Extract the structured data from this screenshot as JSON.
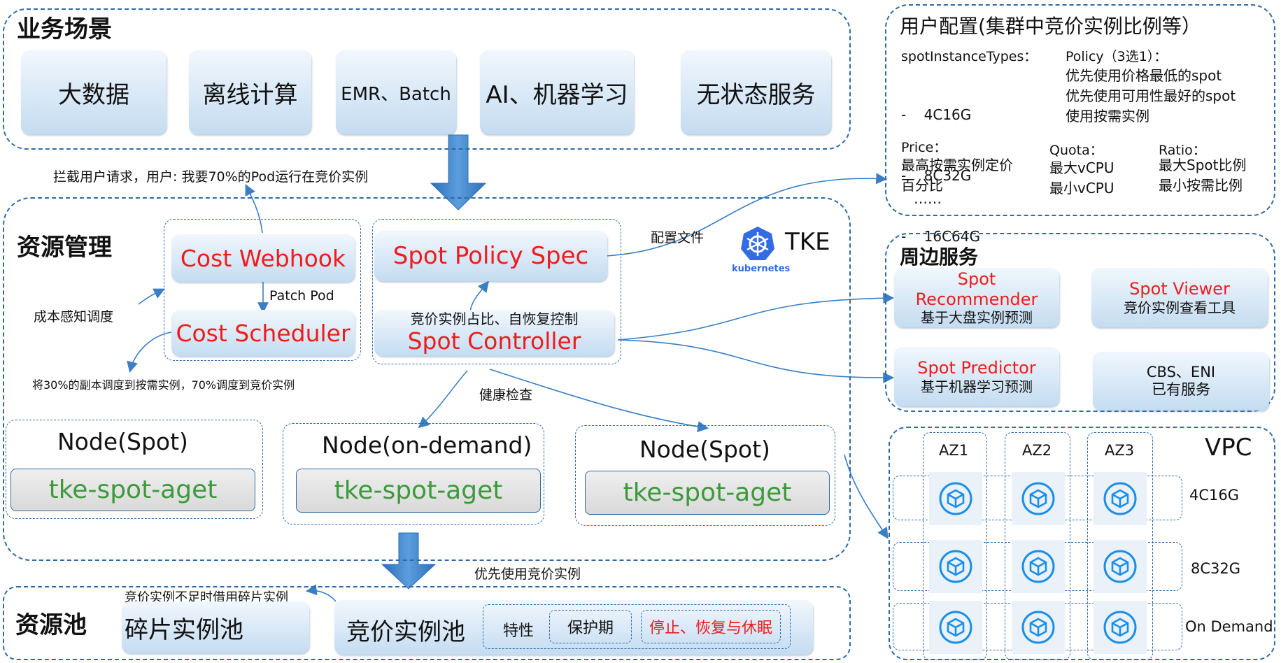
{
  "business": {
    "title": "业务场景",
    "tiles": [
      "大数据",
      "离线计算",
      "EMR、Batch",
      "AI、机器学习",
      "无状态服务"
    ]
  },
  "resource_mgmt": {
    "title": "资源管理",
    "intercept_note": "拦截用户请求，用户: 我要70%的Pod运行在竞价实例",
    "cost_webhook": "Cost Webhook",
    "patch_pod": "Patch Pod",
    "cost_scheduler": "Cost Scheduler",
    "cost_aware": "成本感知调度",
    "schedule_note": "将30%的副本调度到按需实例，70%调度到竞价实例",
    "spot_policy_spec": "Spot Policy Spec",
    "controller_desc": "竞价实例占比、自恢复控制",
    "spot_controller": "Spot Controller",
    "config_file": "配置文件",
    "tke_label": "TKE",
    "k8s_label": "kubernetes",
    "health_check": "健康检查",
    "nodes": [
      {
        "title": "Node(Spot)",
        "agent": "tke-spot-aget"
      },
      {
        "title": "Node(on-demand)",
        "agent": "tke-spot-aget"
      },
      {
        "title": "Node(Spot)",
        "agent": "tke-spot-aget"
      }
    ]
  },
  "pool": {
    "title": "资源池",
    "prefer_spot": "优先使用竞价实例",
    "borrow_note": "竞价实例不足时借用碎片实例",
    "fragment_pool": "碎片实例池",
    "spot_pool": "竞价实例池",
    "features": [
      "特性",
      "保护期",
      "停止、恢复与休眠"
    ]
  },
  "user_config": {
    "title": "用户配置(集群中竞价实例比例等）",
    "instance_types_label": "spotInstanceTypes：",
    "instance_types": [
      "-    4C16G",
      "-    8C32G",
      "-    16C64G"
    ],
    "policy_label": "Policy（3选1）：",
    "policy_items": [
      "优先使用价格最低的spot",
      "优先使用可用性最好的spot",
      "使用按需实例"
    ],
    "price_label": "Price：",
    "price_items": [
      "最高按需实例定价",
      "百分比"
    ],
    "ellipsis": "……",
    "quota_label": "Quota：",
    "quota_items": [
      "最大vCPU",
      "最小vCPU"
    ],
    "ratio_label": "Ratio：",
    "ratio_items": [
      "最大Spot比例",
      "最小按需比例"
    ]
  },
  "peripheral": {
    "title": "周边服务",
    "services": [
      {
        "name": "Spot Recommender",
        "desc": "基于大盘实例预测"
      },
      {
        "name": "Spot Viewer",
        "desc": "竞价实例查看工具"
      },
      {
        "name": "Spot Predictor",
        "desc": "基于机器学习预测"
      },
      {
        "name": "CBS、ENI",
        "desc": "已有服务"
      }
    ]
  },
  "vpc": {
    "title": "VPC",
    "azs": [
      "AZ1",
      "AZ2",
      "AZ3"
    ],
    "rows": [
      "4C16G",
      "8C32G",
      "On Demand"
    ]
  },
  "colors": {
    "accent": "#2f6aa6",
    "red_text": "#ee1c1c",
    "green_text": "#3c9a3c",
    "arrow": "#3a7fc4"
  },
  "icons": [
    "kubernetes-icon",
    "cvm-instance-icon"
  ]
}
